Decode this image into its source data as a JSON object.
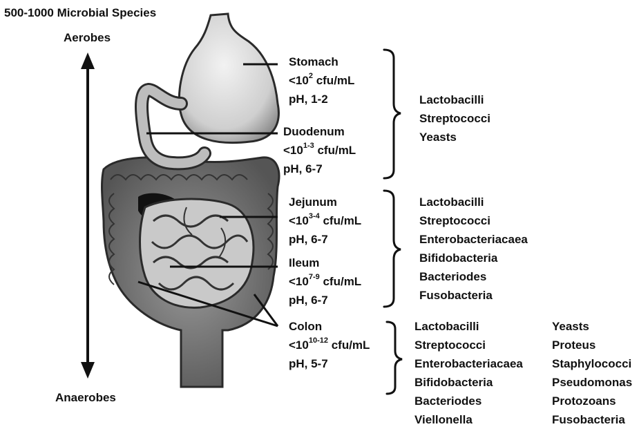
{
  "title": "500-1000 Microbial Species",
  "axis": {
    "top": "Aerobes",
    "bottom": "Anaerobes"
  },
  "segments": [
    {
      "name": "Stomach",
      "count_prefix": "<10",
      "exp": "2",
      "count_suffix": " cfu/mL",
      "ph": "pH, 1-2"
    },
    {
      "name": "Duodenum",
      "count_prefix": "<10",
      "exp": "1-3",
      "count_suffix": " cfu/mL",
      "ph": "pH, 6-7"
    },
    {
      "name": "Jejunum",
      "count_prefix": "<10",
      "exp": "3-4",
      "count_suffix": " cfu/mL",
      "ph": "pH, 6-7"
    },
    {
      "name": "Ileum",
      "count_prefix": "<10",
      "exp": "7-9",
      "count_suffix": " cfu/mL",
      "ph": "pH, 6-7"
    },
    {
      "name": "Colon",
      "count_prefix": "<10",
      "exp": "10-12",
      "count_suffix": " cfu/mL",
      "ph": "pH, 5-7"
    }
  ],
  "groups": {
    "upper": [
      "Lactobacilli",
      "Streptococci",
      "Yeasts"
    ],
    "small_intestine": [
      "Lactobacilli",
      "Streptococci",
      "Enterobacteriacaea",
      "Bifidobacteria",
      "Bacteriodes",
      "Fusobacteria"
    ],
    "colon_col1": [
      "Lactobacilli",
      "Streptococci",
      "Enterobacteriacaea",
      "Bifidobacteria",
      "Bacteriodes",
      "Viellonella"
    ],
    "colon_col2": [
      "Yeasts",
      "Proteus",
      "Staphylococci",
      "Pseudomonas",
      "Protozoans",
      "Fusobacteria"
    ]
  }
}
